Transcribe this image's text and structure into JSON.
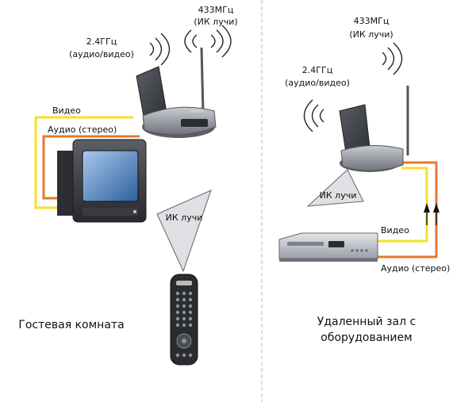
{
  "left_panel": {
    "freq_433": "433МГц",
    "ir_top": "(ИК лучи)",
    "freq_24": "2.4ГГц",
    "av_24": "(аудио/видео)",
    "video": "Видео",
    "audio": "Аудио (стерео)",
    "ir_remote": "ИК лучи",
    "room": "Гостевая комната"
  },
  "right_panel": {
    "freq_433": "433МГц",
    "ir_top": "(ИК лучи)",
    "freq_24": "2.4ГГц",
    "av_24": "(аудио/видео)",
    "ir_receiver": "ИК лучи",
    "video": "Видео",
    "audio": "Аудио (стерео)",
    "room_line1": "Удаленный зал с",
    "room_line2": "оборудованием"
  },
  "colors": {
    "video_cable": "#f5e02a",
    "audio_cable": "#e8782a",
    "device_body": "#8a8e96",
    "divider": "#bbbbbb"
  }
}
